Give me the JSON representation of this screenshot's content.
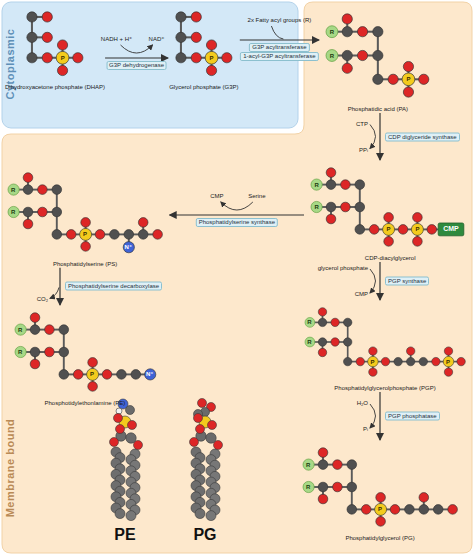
{
  "diagram": {
    "nodes": [
      {
        "text": [
          "Cytoplasmic"
        ]
      },
      {
        "text": [
          "Dihydroxyacetone phosphate (DHAP)"
        ],
        "in": 0
      },
      {
        "text": [
          "Glycerol phosphate (G3P)"
        ],
        "in": 0
      },
      {
        "text": [
          "Membrane bound"
        ]
      },
      {
        "text": [
          "Phosphatidic acid (PA)"
        ],
        "in": 3
      },
      {
        "text": [
          "Phosphatidylserine (PS)"
        ],
        "in": 3
      },
      {
        "text": [
          "CDP-diacylglycerol"
        ],
        "in": 3
      },
      {
        "text": [
          "Phosphotidylethonlamine (PE)"
        ],
        "in": 3
      },
      {
        "text": [
          "Phosphatidylglycerolphosphate (PGP)"
        ],
        "in": 3
      },
      {
        "text": [
          "Phosphatidylglycerol (PG)"
        ],
        "in": 3
      }
    ],
    "edges": [
      {
        "from": 1,
        "to": 2,
        "arrow": "to",
        "label": "G3P dehydrogenase"
      },
      {
        "from": 2,
        "to": 4,
        "arrow": "to",
        "label": "G3P acyltransferase"
      },
      {
        "from": 4,
        "to": 6,
        "arrow": "to",
        "label": "CDP diglyceride synthase"
      },
      {
        "from": 6,
        "to": 5,
        "arrow": "to",
        "label": "Phosphatidylserine synthase"
      },
      {
        "from": 5,
        "to": 7,
        "arrow": "to",
        "label": "Phosphatidylserine decarboxylase"
      },
      {
        "from": 6,
        "to": 8,
        "arrow": "to",
        "label": "PGP synthase"
      },
      {
        "from": 8,
        "to": 9,
        "arrow": "to",
        "label": "PGP phosphatase"
      }
    ],
    "labels": [
      "NADH + H⁺",
      "NAD⁺",
      "2x Fatty acyl groups (R)",
      "1-acyl-G3P acyltransferase",
      "CTP",
      "PPᵢ",
      "CMP",
      "Serine",
      "CO₂",
      "glycerol phosphate",
      "CMP",
      "H₂O",
      "Pᵢ",
      "CMP",
      "PE",
      "PG",
      "P",
      "P",
      "R",
      "R",
      "P",
      "R",
      "R",
      "P",
      "N⁺",
      "R",
      "R",
      "P",
      "P",
      "R",
      "R",
      "P",
      "N⁺",
      "R",
      "R",
      "P",
      "P",
      "R",
      "R",
      "P"
    ]
  }
}
